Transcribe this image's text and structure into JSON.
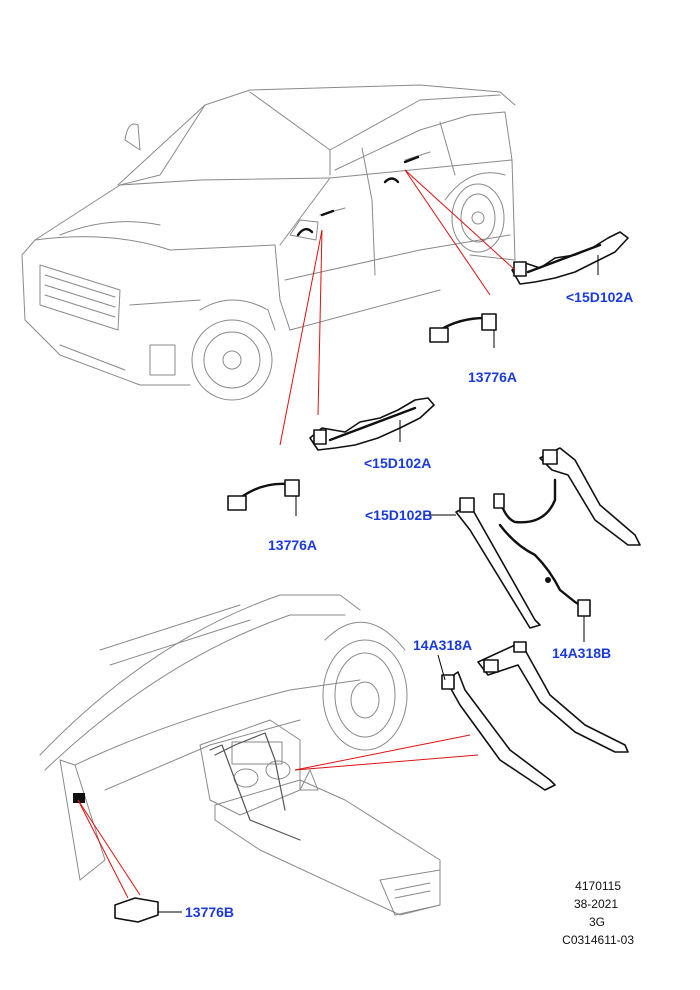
{
  "labels": {
    "rear_harness": "<15D102A",
    "rear_cable": "13776A",
    "front_harness": "<15D102A",
    "front_cable": "13776A",
    "roof_harness": "<15D102B",
    "roof_cable": "14A318B",
    "dash_harness": "14A318A",
    "module": "13776B"
  },
  "meta": {
    "line1": "4170115",
    "line2": "38-2021",
    "line3": "3G",
    "line4": "C0314611-03"
  }
}
